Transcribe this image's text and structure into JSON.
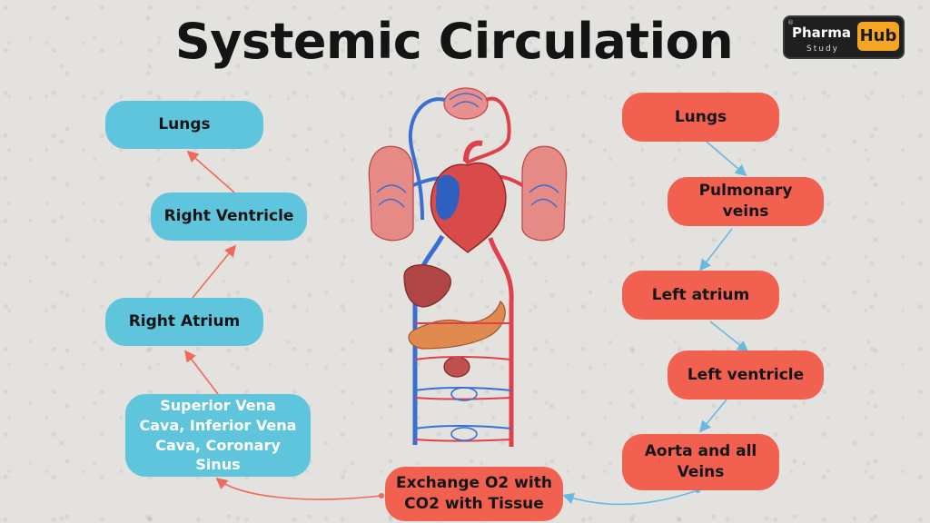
{
  "title": "Systemic Circulation",
  "logo": {
    "pharma": "Pharma",
    "hub": "Hub",
    "study": "Study"
  },
  "left_flow": {
    "lungs": "Lungs",
    "right_ventricle": "Right Ventricle",
    "right_atrium": "Right Atrium",
    "vena_cava": "Superior Vena Cava, Inferior Vena Cava, Coronary Sinus"
  },
  "right_flow": {
    "lungs": "Lungs",
    "pulmonary_veins": "Pulmonary veins",
    "left_atrium": "Left atrium",
    "left_ventricle": "Left ventricle",
    "aorta": "Aorta and all Veins"
  },
  "exchange": "Exchange O2 with CO2 with Tissue",
  "colors": {
    "left_boxes": "#5fc5dd",
    "right_boxes": "#f2614f",
    "arterial_vessel": "#e0404a",
    "venous_vessel": "#3a6fd0",
    "left_arrows": "#ef6a5c",
    "right_arrows": "#68b9dd"
  }
}
